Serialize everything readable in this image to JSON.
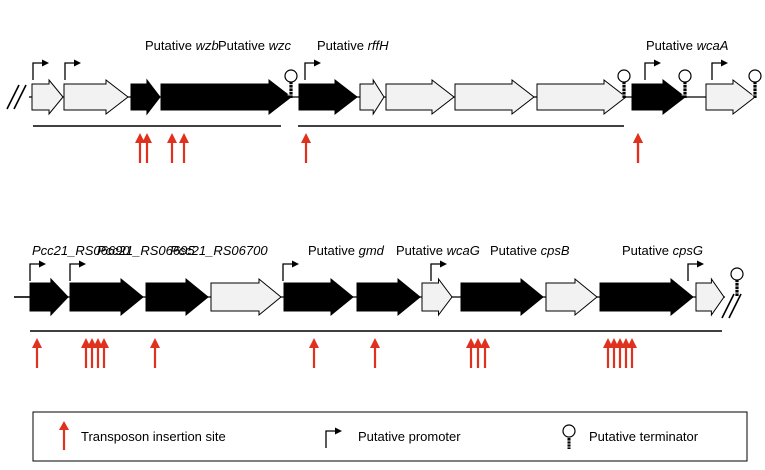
{
  "colors": {
    "gene_dark": "#000000",
    "gene_light": "#f2f2f2",
    "outline": "#000000",
    "insertion": "#e0301e",
    "background": "#ffffff"
  },
  "row1": {
    "labels": [
      {
        "prefix": "Putative ",
        "gene": "wzb"
      },
      {
        "prefix": "Putative ",
        "gene": "wzc"
      },
      {
        "prefix": "Putative ",
        "gene": "rffH"
      },
      {
        "prefix": "Putative ",
        "gene": "wcaA"
      }
    ],
    "genes": [
      {
        "fill": "light"
      },
      {
        "fill": "light"
      },
      {
        "fill": "dark"
      },
      {
        "fill": "dark"
      },
      {
        "fill": "dark"
      },
      {
        "fill": "light"
      },
      {
        "fill": "light"
      },
      {
        "fill": "light"
      },
      {
        "fill": "light"
      },
      {
        "fill": "dark"
      },
      {
        "fill": "light"
      }
    ],
    "insertion_count": 7
  },
  "row2": {
    "labels": [
      {
        "prefix": "",
        "gene": "Pcc21_RS06690"
      },
      {
        "prefix": "",
        "gene": "Pcc21_RS06695"
      },
      {
        "prefix": "",
        "gene": "Pcc21_RS06700"
      },
      {
        "prefix": "Putative ",
        "gene": "gmd"
      },
      {
        "prefix": "Putative ",
        "gene": "wcaG"
      },
      {
        "prefix": "Putative ",
        "gene": "cpsB"
      },
      {
        "prefix": "Putative ",
        "gene": "cpsG"
      }
    ],
    "genes": [
      {
        "fill": "dark"
      },
      {
        "fill": "dark"
      },
      {
        "fill": "dark"
      },
      {
        "fill": "light"
      },
      {
        "fill": "dark"
      },
      {
        "fill": "dark"
      },
      {
        "fill": "light"
      },
      {
        "fill": "dark"
      },
      {
        "fill": "light"
      },
      {
        "fill": "dark"
      },
      {
        "fill": "light"
      }
    ],
    "insertion_count": 15
  },
  "legend": {
    "transposon": "Transposon insertion site",
    "promoter": "Putative promoter",
    "terminator": "Putative terminator"
  }
}
